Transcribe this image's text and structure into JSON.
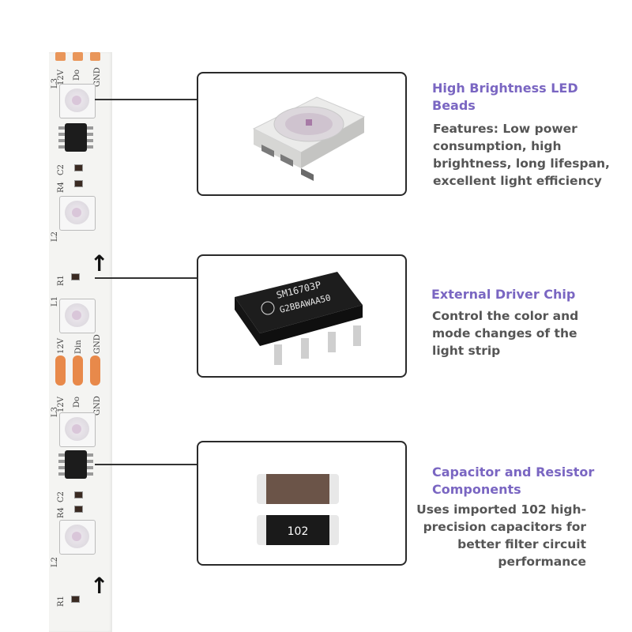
{
  "strip": {
    "label_12v": "12V",
    "label_do": "Do",
    "label_din": "Din",
    "label_gnd": "GND",
    "label_l1": "L1",
    "label_l2": "L2",
    "label_l3": "L3",
    "label_r1": "R1",
    "label_r4": "R4",
    "label_c2": "C2",
    "arrow": "↑"
  },
  "features": [
    {
      "title": "High Brightness LED Beads",
      "description": "Features: Low power consumption, high brightness, long lifespan, excellent light efficiency",
      "icon": "smd-led-icon"
    },
    {
      "title": "External Driver Chip",
      "description": "Control the color and mode changes of the light strip",
      "chip_marking_1": "SM16703P",
      "chip_marking_2": "G2BBAWAA50",
      "icon": "driver-chip-icon"
    },
    {
      "title": "Capacitor and Resistor Components",
      "description": "Uses imported 102 high-precision capacitors for better filter circuit performance",
      "resistor_marking": "102",
      "icon": "capacitor-resistor-icon"
    }
  ],
  "colors": {
    "title": "#7a66c2",
    "text": "#555555",
    "pad": "#e8894a"
  }
}
